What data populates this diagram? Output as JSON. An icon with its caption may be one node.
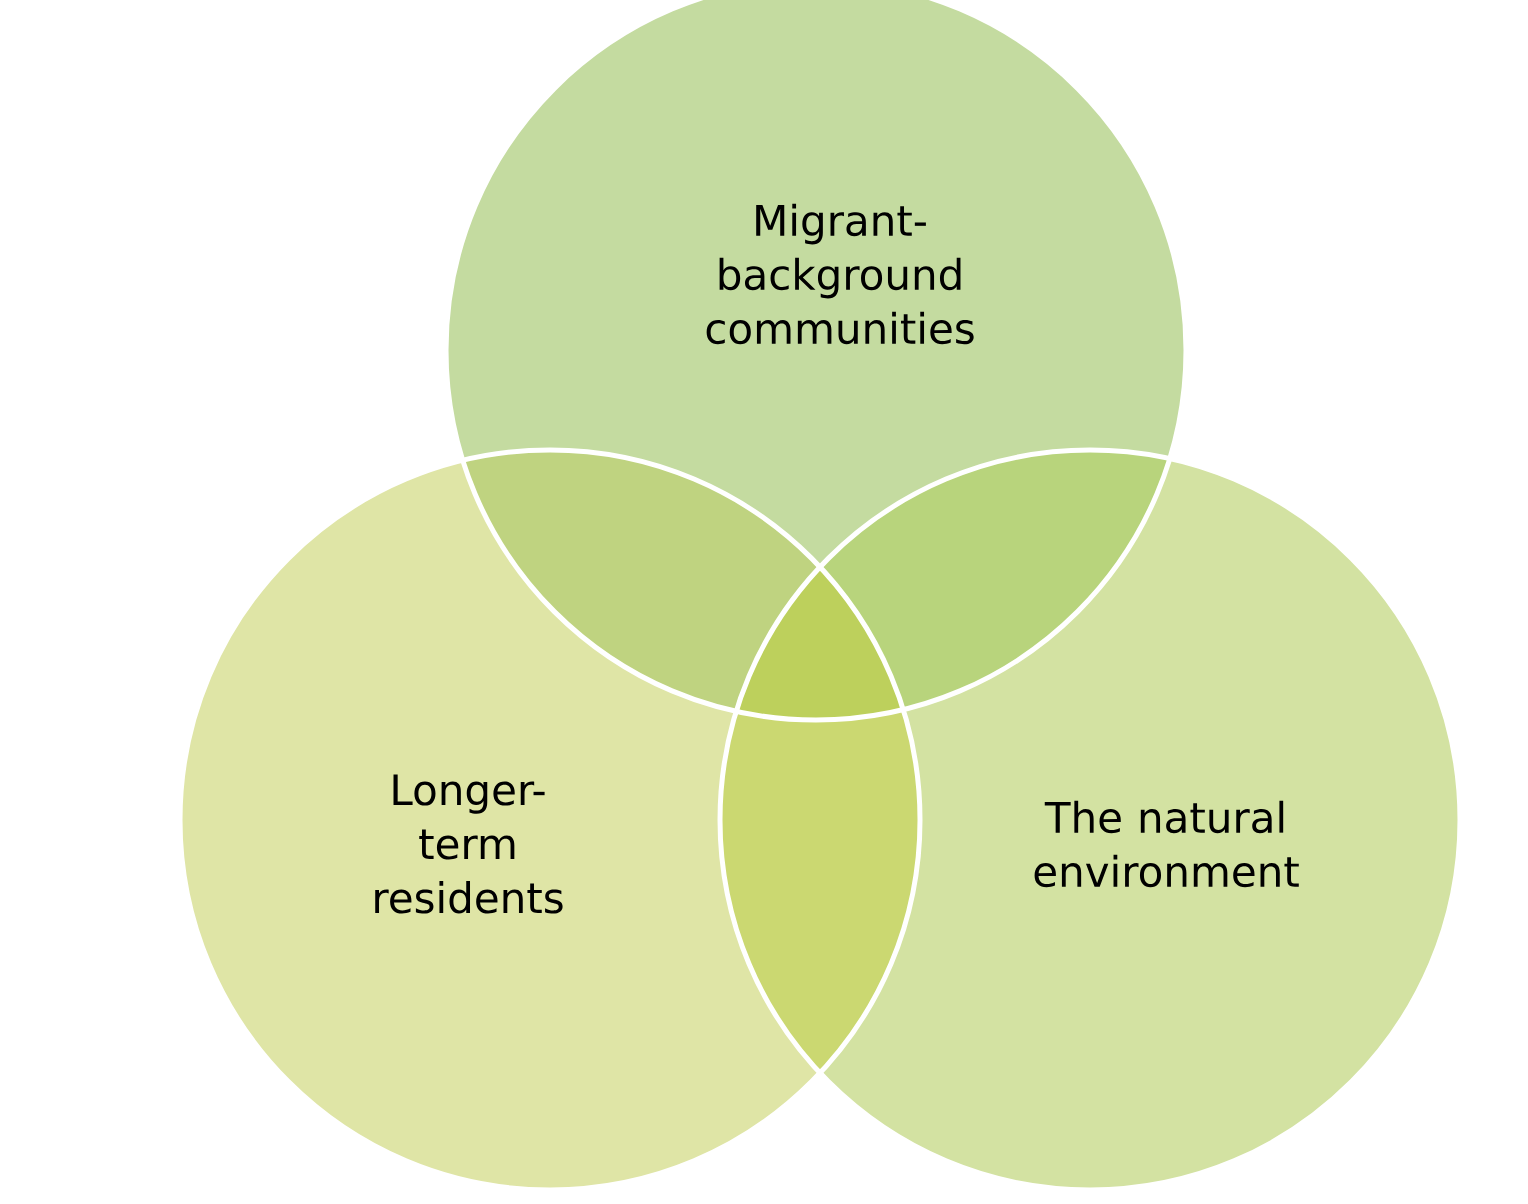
{
  "diagram": {
    "nodes": [
      {
        "text": [
          "Migrant-background communities"
        ]
      },
      {
        "text": [
          "Longer-term residents"
        ]
      },
      {
        "text": [
          "The natural environment"
        ]
      }
    ]
  }
}
